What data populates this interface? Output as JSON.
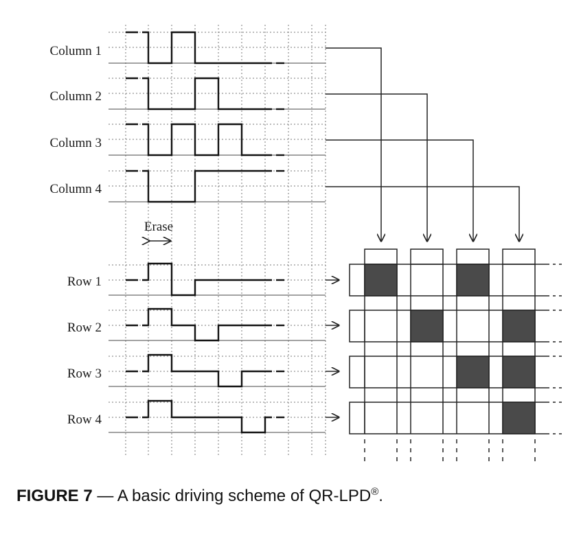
{
  "signals": {
    "columns": [
      {
        "label": "Column 1"
      },
      {
        "label": "Column 2"
      },
      {
        "label": "Column 3"
      },
      {
        "label": "Column 4"
      }
    ],
    "rows": [
      {
        "label": "Row 1"
      },
      {
        "label": "Row 2"
      },
      {
        "label": "Row 3"
      },
      {
        "label": "Row 4"
      }
    ],
    "erase_label": "Erase"
  },
  "matrix": {
    "filled_cells": [
      [
        1,
        1
      ],
      [
        1,
        3
      ],
      [
        2,
        2
      ],
      [
        2,
        4
      ],
      [
        3,
        3
      ],
      [
        3,
        4
      ],
      [
        4,
        4
      ]
    ]
  },
  "caption": {
    "figure_number": "FIGURE 7",
    "text": " — A basic driving scheme of QR-LPD",
    "registered_mark": "®",
    "end": "."
  }
}
